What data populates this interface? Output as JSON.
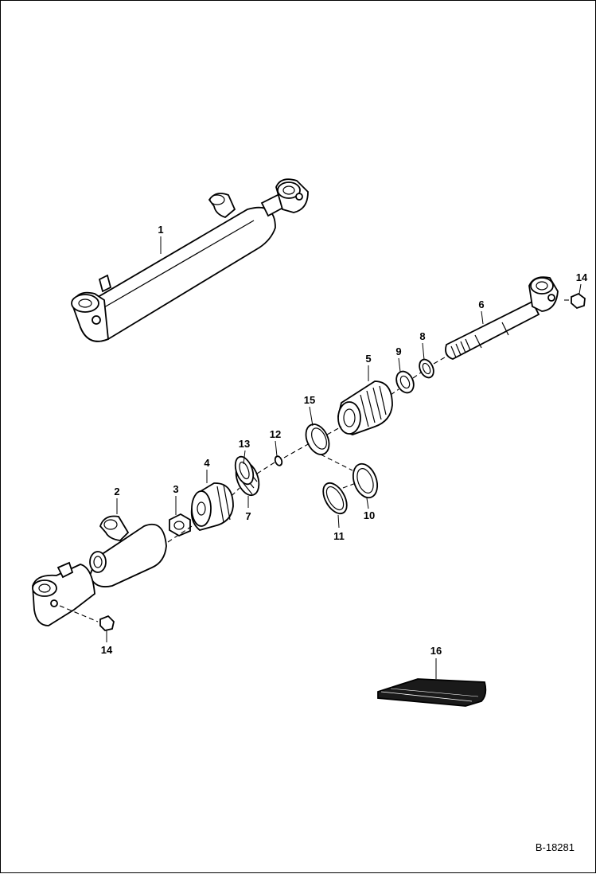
{
  "diagram": {
    "reference_code": "B-18281",
    "callouts": [
      "1",
      "2",
      "3",
      "4",
      "5",
      "6",
      "7",
      "8",
      "9",
      "10",
      "11",
      "12",
      "13",
      "14",
      "14",
      "15",
      "16"
    ]
  },
  "colors": {
    "line": "#000000",
    "background": "#ffffff"
  },
  "parts": [
    {
      "id": "cylinder-assembly",
      "callout": "1"
    },
    {
      "id": "barrel",
      "callout": "2"
    },
    {
      "id": "nut",
      "callout": "3"
    },
    {
      "id": "piston",
      "callout": "4"
    },
    {
      "id": "head",
      "callout": "5"
    },
    {
      "id": "rod",
      "callout": "6"
    },
    {
      "id": "piston-seal",
      "callout": "7"
    },
    {
      "id": "wiper-seal",
      "callout": "8"
    },
    {
      "id": "rod-seal",
      "callout": "9"
    },
    {
      "id": "backup-ring",
      "callout": "10"
    },
    {
      "id": "o-ring-head",
      "callout": "11"
    },
    {
      "id": "o-ring-small",
      "callout": "12"
    },
    {
      "id": "wear-ring",
      "callout": "13"
    },
    {
      "id": "grease-fitting",
      "callout": "14"
    },
    {
      "id": "seal-ring",
      "callout": "15"
    },
    {
      "id": "seal-kit",
      "callout": "16"
    }
  ]
}
